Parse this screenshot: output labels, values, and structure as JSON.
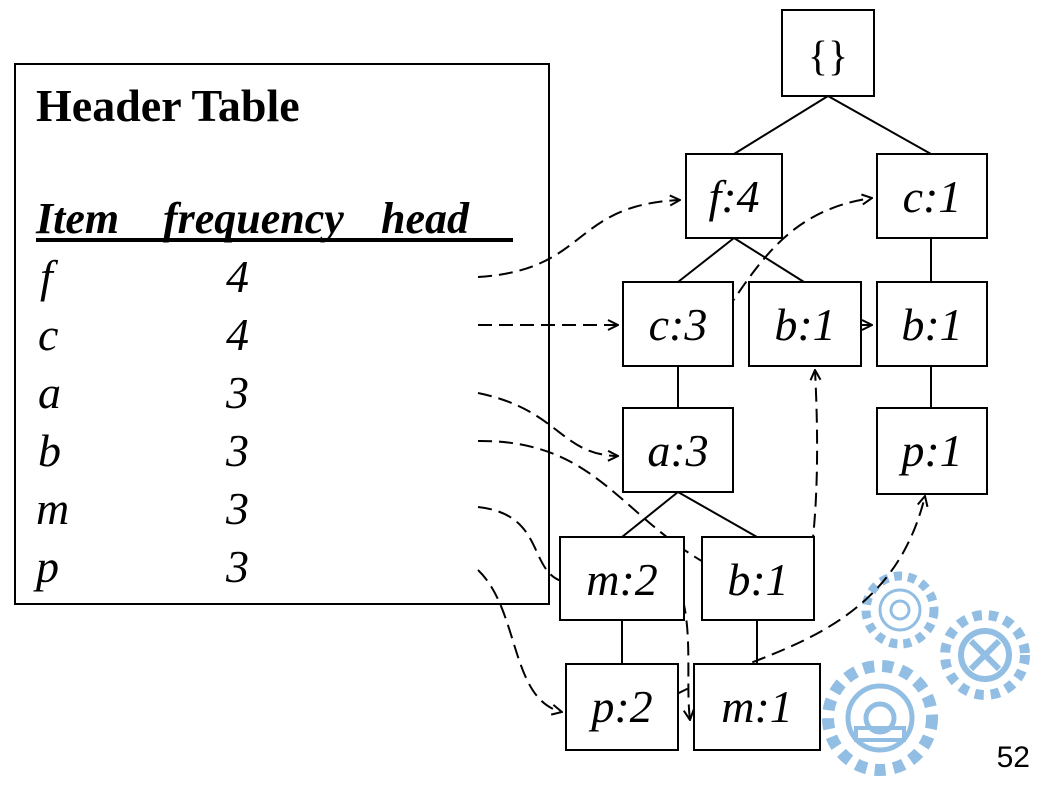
{
  "header_table": {
    "title": "Header Table",
    "columns": [
      "Item",
      "frequency",
      "head"
    ],
    "rows": [
      {
        "item": "f",
        "frequency": "4"
      },
      {
        "item": "c",
        "frequency": "4"
      },
      {
        "item": "a",
        "frequency": "3"
      },
      {
        "item": "b",
        "frequency": "3"
      },
      {
        "item": "m",
        "frequency": "3"
      },
      {
        "item": "p",
        "frequency": "3"
      }
    ]
  },
  "tree": {
    "root": "{}",
    "nodes": {
      "f4": "f:4",
      "c1": "c:1",
      "c3": "c:3",
      "b1_mid": "b:1",
      "b1_right": "b:1",
      "a3": "a:3",
      "p1": "p:1",
      "m2": "m:2",
      "b1_low": "b:1",
      "p2": "p:2",
      "m1": "m:1"
    }
  },
  "slide_number": "52",
  "decoration": {
    "logo": "gear-logo",
    "color": "#7fb3e0"
  }
}
